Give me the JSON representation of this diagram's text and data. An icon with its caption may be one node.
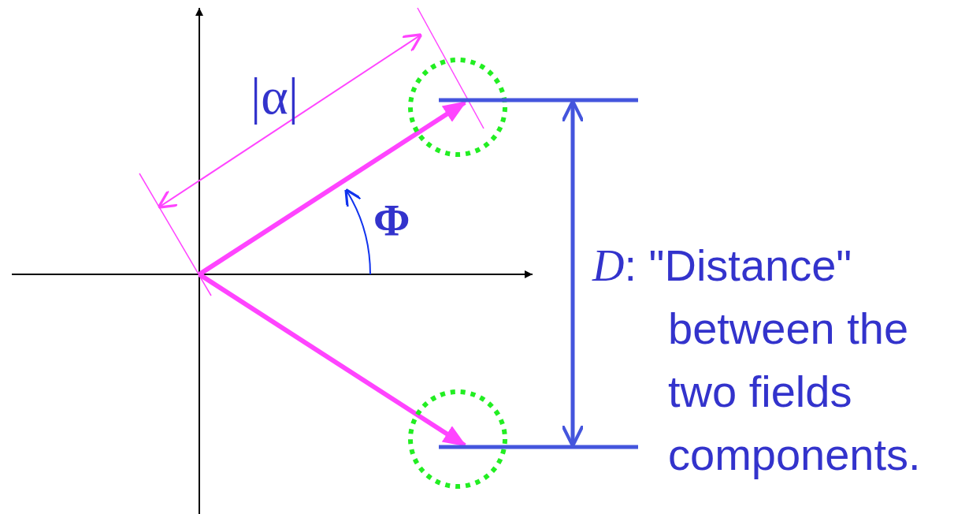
{
  "diagram": {
    "labels": [
      "|α|",
      "Φ",
      "*D*: \"Distance\" between the two fields components."
    ]
  }
}
